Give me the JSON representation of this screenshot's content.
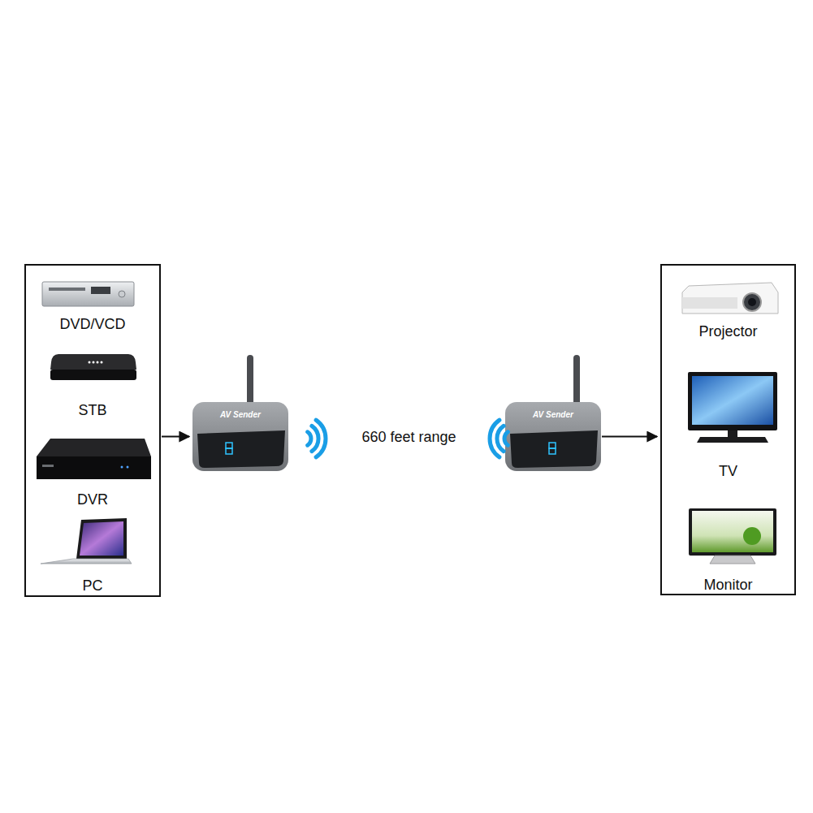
{
  "diagram": {
    "nodes": [
      {
        "text": [
          "DVD/VCD",
          "STB",
          "DVR",
          "PC"
        ]
      },
      {
        "text": [
          "AV Sender"
        ]
      },
      {
        "text": [
          "AV Sender"
        ]
      },
      {
        "text": [
          "Projector",
          "TV",
          "Monitor"
        ]
      }
    ],
    "edges": [
      {
        "from": 0,
        "to": 1,
        "arrow": "to"
      },
      {
        "from": 1,
        "to": 2,
        "arrow": "none",
        "label": "660 feet range"
      },
      {
        "from": 2,
        "to": 3,
        "arrow": "to"
      }
    ]
  }
}
